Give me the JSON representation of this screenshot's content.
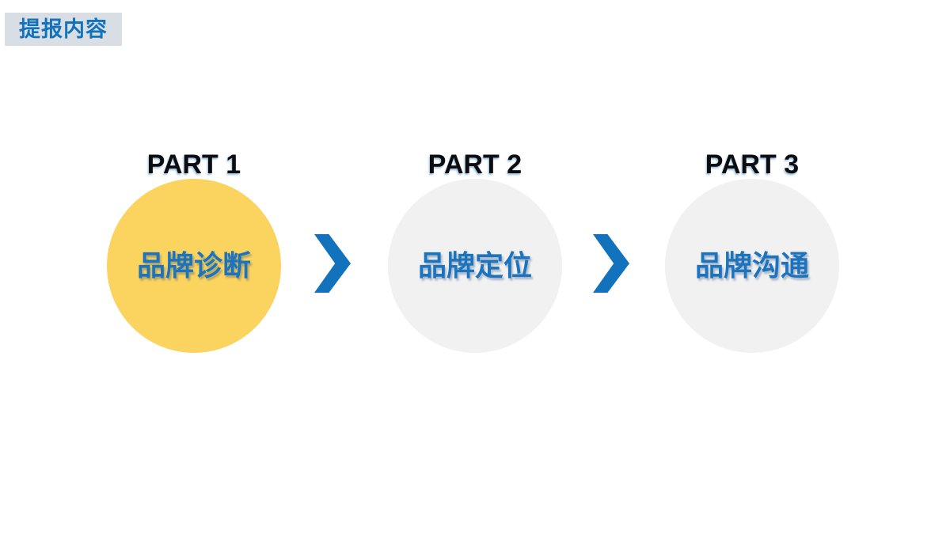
{
  "slide": {
    "badge": {
      "label": "提报内容"
    },
    "colors": {
      "badge_bg": "#d9dde4",
      "badge_text": "#1273bd",
      "accent_blue": "#1b74bd",
      "part_label_text": "#0d0d10",
      "highlight_yellow": "#fbd45f",
      "inactive_gray": "#f1f1f1"
    },
    "steps": [
      {
        "label": "PART 1",
        "title": "品牌诊断",
        "fill": "#fbd45f",
        "highlighted": true
      },
      {
        "label": "PART 2",
        "title": "品牌定位",
        "fill": "#f1f1f1",
        "highlighted": false
      },
      {
        "label": "PART 3",
        "title": "品牌沟通",
        "fill": "#f1f1f1",
        "highlighted": false
      }
    ],
    "arrow": {
      "icon": "chevron-right-icon",
      "color": "#1272bc"
    }
  }
}
